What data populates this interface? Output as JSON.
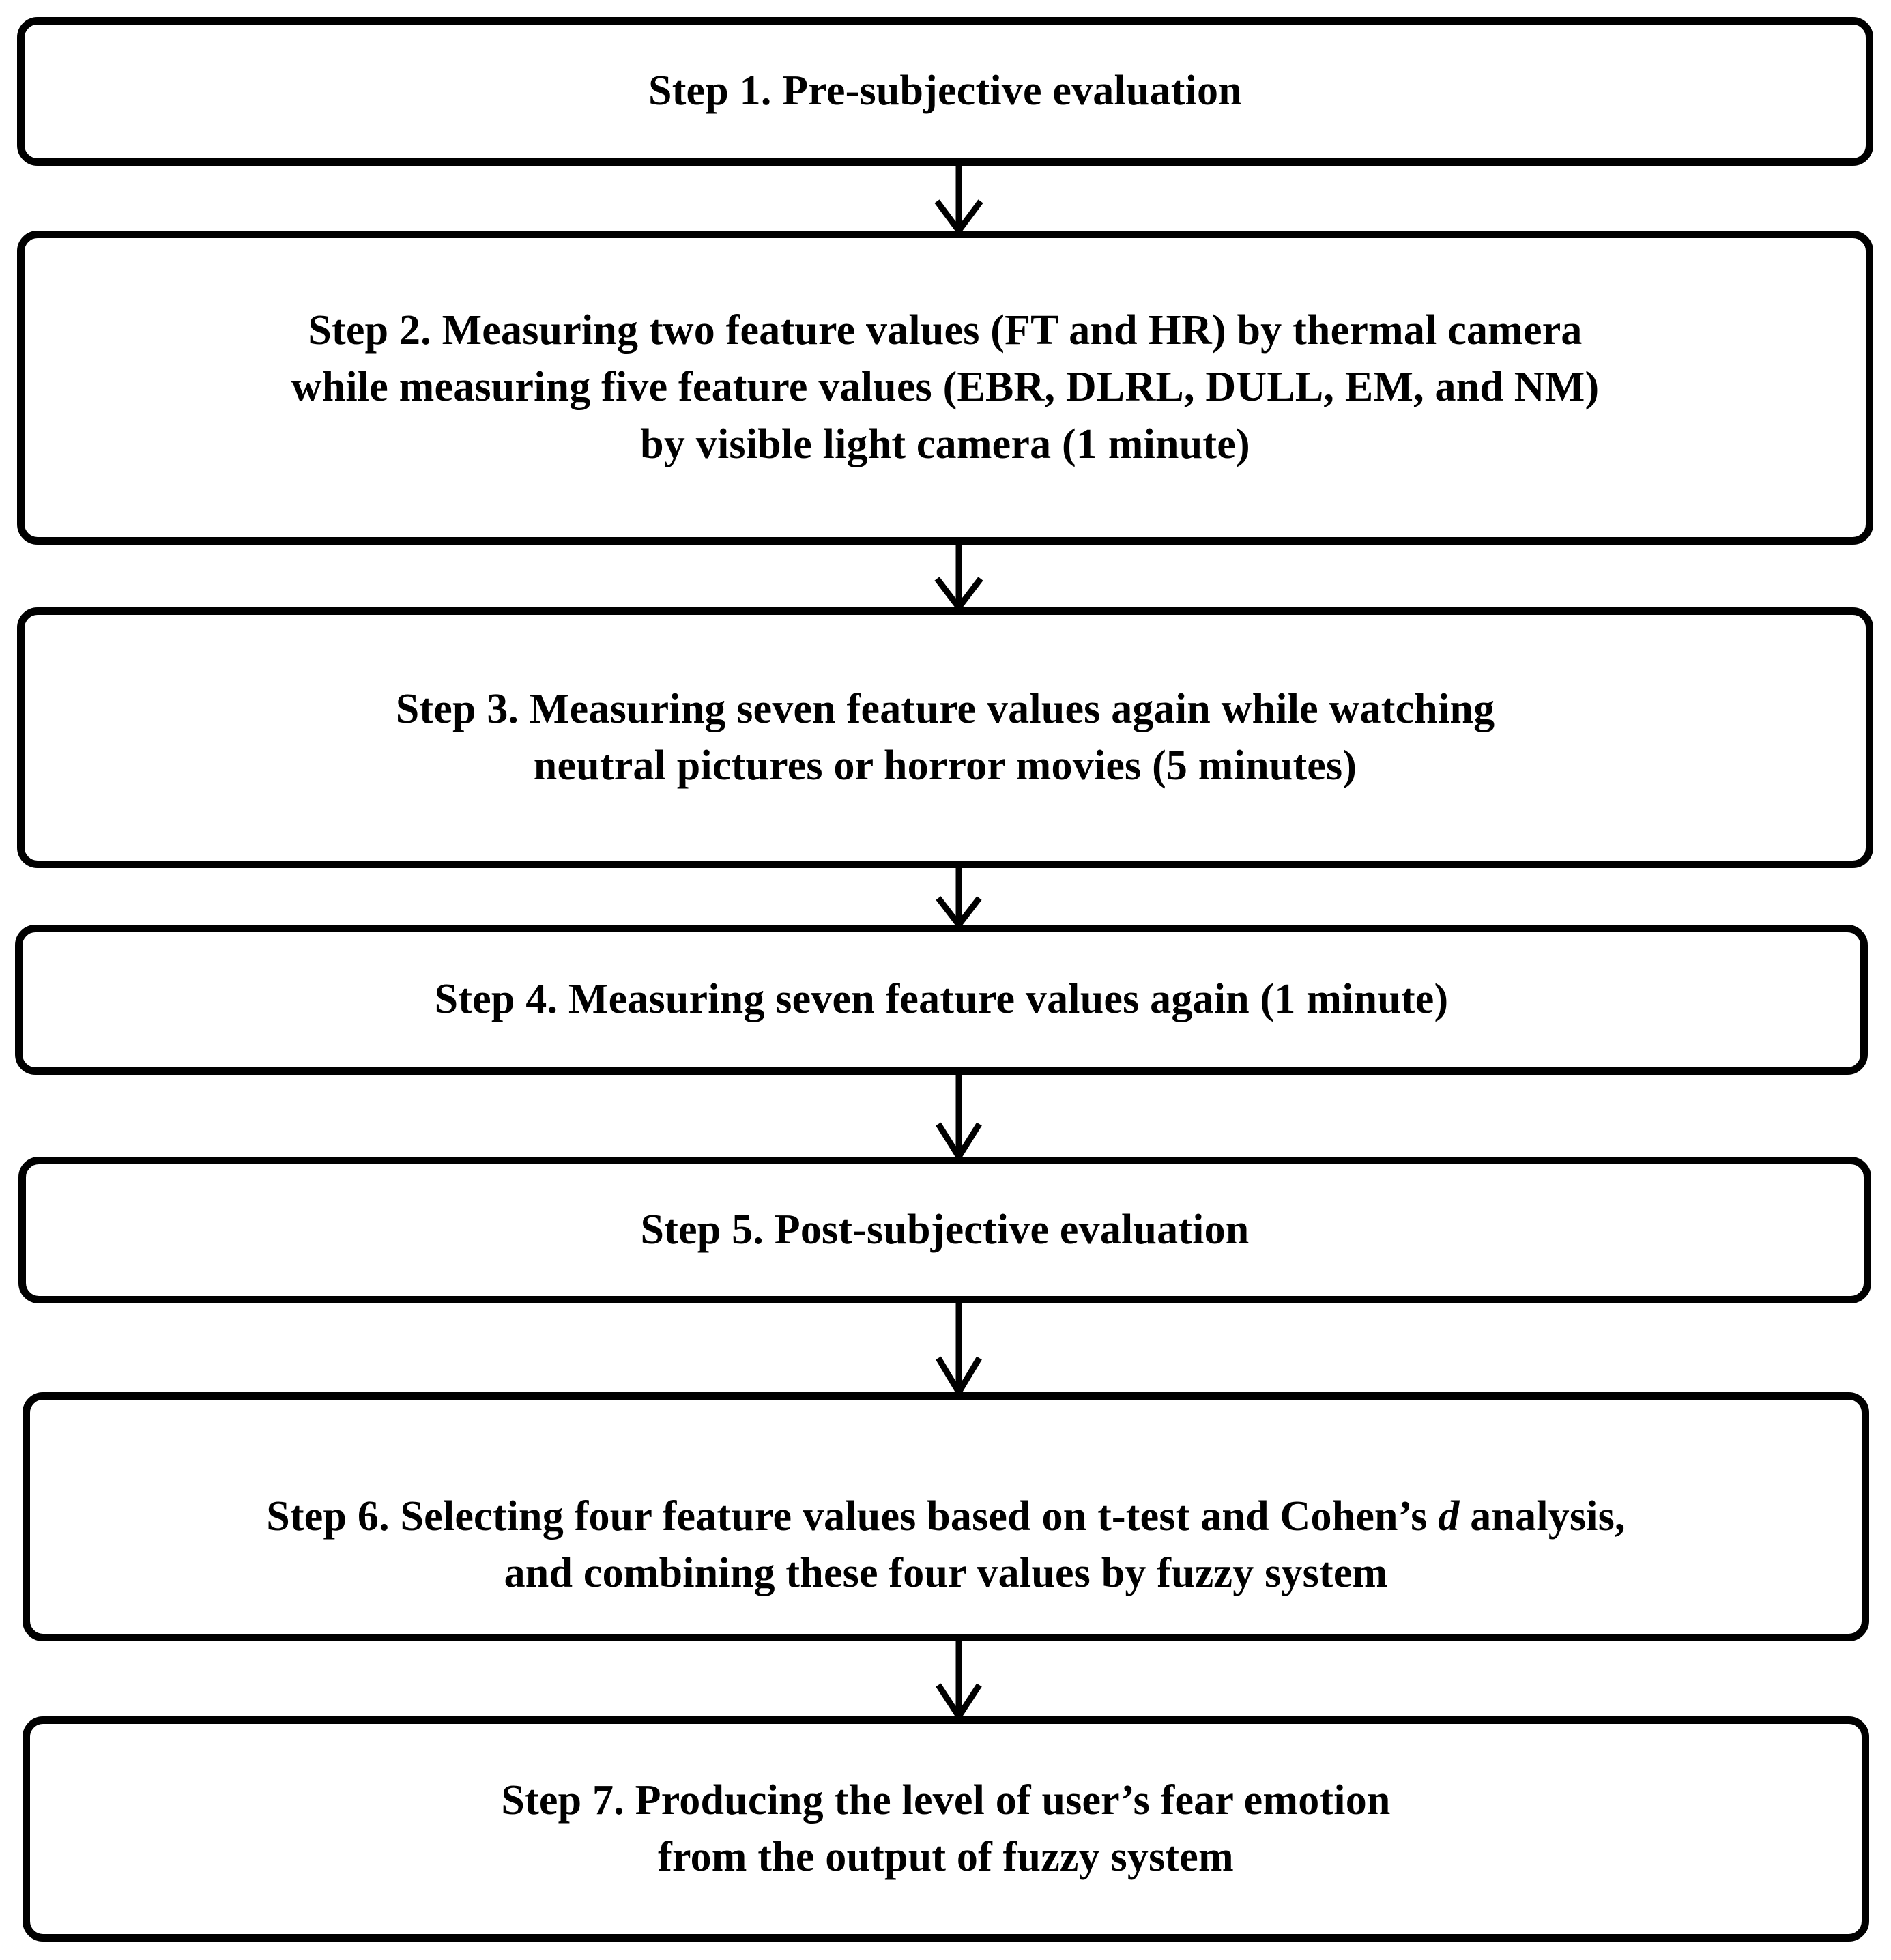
{
  "diagram": {
    "title": "Experimental procedure flowchart",
    "background_color": "#ffffff",
    "line_color": "#000000"
  },
  "steps": [
    {
      "id": "step-1",
      "label": "Step 1. Pre-subjective evaluation",
      "lines": [
        "Step 1. Pre-subjective evaluation"
      ]
    },
    {
      "id": "step-2",
      "label": "Step 2. Measuring two feature values (FT and HR) by thermal camera while measuring five feature values (EBR, DLRL, DULL, EM, and NM) by visible light camera (1 minute)",
      "lines": [
        "Step 2. Measuring two feature values (FT and HR) by thermal camera",
        "while measuring five feature values (EBR, DLRL, DULL, EM, and NM)",
        "by visible light camera (1 minute)"
      ]
    },
    {
      "id": "step-3",
      "label": "Step 3. Measuring seven feature values again while watching neutral pictures or horror movies (5 minutes)",
      "lines": [
        "Step 3. Measuring seven feature values again while watching",
        "neutral pictures or horror movies (5 minutes)"
      ]
    },
    {
      "id": "step-4",
      "label": "Step 4. Measuring seven feature values again (1 minute)",
      "lines": [
        "Step 4. Measuring seven feature values again (1 minute)"
      ]
    },
    {
      "id": "step-5",
      "label": "Step 5. Post-subjective evaluation",
      "lines": [
        "Step 5. Post-subjective evaluation"
      ]
    },
    {
      "id": "step-6",
      "label": "Step 6. Selecting four feature values based on t-test and Cohen's d analysis, and combining these four values by fuzzy system",
      "lines_rich": [
        [
          {
            "t": "Step 6. Selecting four feature values based on t-test and Cohen’s ",
            "i": false
          },
          {
            "t": "d",
            "i": true
          },
          {
            "t": " analysis,",
            "i": false
          }
        ],
        [
          {
            "t": "and combining these four values by fuzzy system",
            "i": false
          }
        ]
      ]
    },
    {
      "id": "step-7",
      "label": "Step 7. Producing the level of user's fear emotion from the output of fuzzy system",
      "lines": [
        "Step 7. Producing the level of user’s fear emotion",
        "from the output of fuzzy system"
      ]
    }
  ],
  "connectors": [
    {
      "id": "arrow-1-2",
      "from": "step-1",
      "to": "step-2",
      "direction": "down"
    },
    {
      "id": "arrow-2-3",
      "from": "step-2",
      "to": "step-3",
      "direction": "down"
    },
    {
      "id": "arrow-3-4",
      "from": "step-3",
      "to": "step-4",
      "direction": "down"
    },
    {
      "id": "arrow-4-5",
      "from": "step-4",
      "to": "step-5",
      "direction": "down"
    },
    {
      "id": "arrow-5-6",
      "from": "step-5",
      "to": "step-6",
      "direction": "down"
    },
    {
      "id": "arrow-6-7",
      "from": "step-6",
      "to": "step-7",
      "direction": "down"
    }
  ]
}
